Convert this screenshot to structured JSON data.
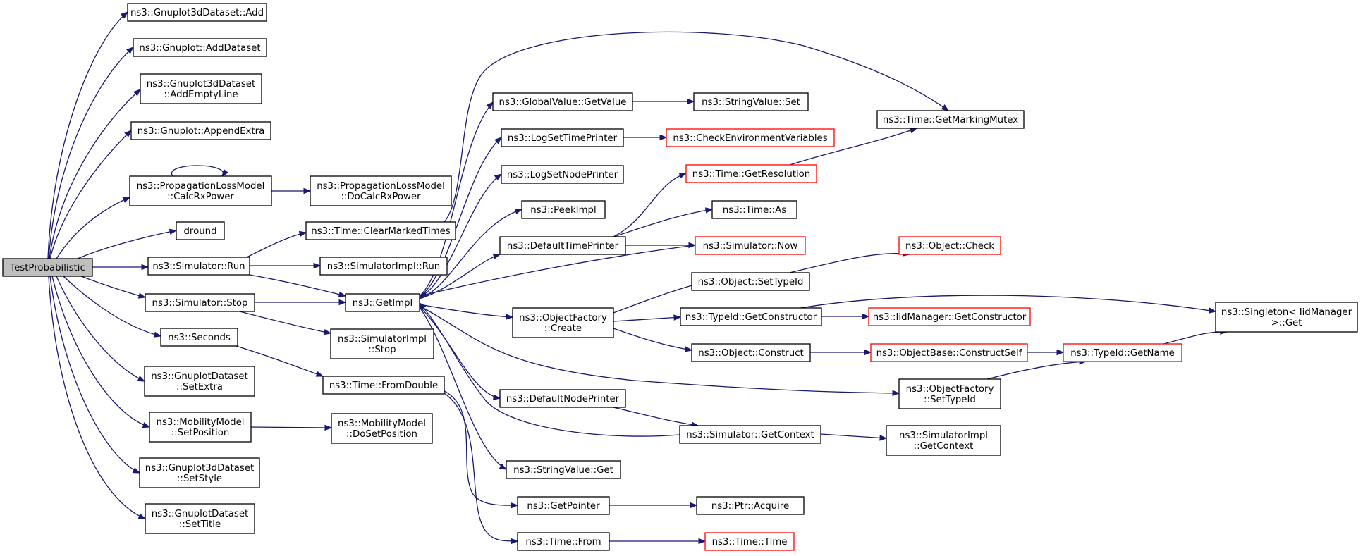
{
  "colors": {
    "edge": "#191970",
    "root_fill": "#bfbfbf",
    "truncated_border": "#ff0000",
    "node_border": "#000000"
  },
  "nodes": {
    "root": {
      "lines": [
        "TestProbabilistic"
      ]
    },
    "g3d_add": {
      "lines": [
        "ns3::Gnuplot3dDataset::Add"
      ]
    },
    "gp_adddataset": {
      "lines": [
        "ns3::Gnuplot::AddDataset"
      ]
    },
    "g3d_addempty": {
      "lines": [
        "ns3::Gnuplot3dDataset",
        "::AddEmptyLine"
      ]
    },
    "gp_appendextra": {
      "lines": [
        "ns3::Gnuplot::AppendExtra"
      ]
    },
    "plm_calc": {
      "lines": [
        "ns3::PropagationLossModel",
        "::CalcRxPower"
      ]
    },
    "plm_docalc": {
      "lines": [
        "ns3::PropagationLossModel",
        "::DoCalcRxPower"
      ]
    },
    "dround": {
      "lines": [
        "dround"
      ]
    },
    "time_clearmarked": {
      "lines": [
        "ns3::Time::ClearMarkedTimes"
      ]
    },
    "sim_run": {
      "lines": [
        "ns3::Simulator::Run"
      ]
    },
    "simimpl_run": {
      "lines": [
        "ns3::SimulatorImpl::Run"
      ]
    },
    "sim_stop": {
      "lines": [
        "ns3::Simulator::Stop"
      ]
    },
    "getimpl": {
      "lines": [
        "ns3::GetImpl"
      ]
    },
    "simimpl_stop": {
      "lines": [
        "ns3::SimulatorImpl",
        "::Stop"
      ]
    },
    "seconds": {
      "lines": [
        "ns3::Seconds"
      ]
    },
    "gd_setextra": {
      "lines": [
        "ns3::GnuplotDataset",
        "::SetExtra"
      ]
    },
    "time_fromdouble": {
      "lines": [
        "ns3::Time::FromDouble"
      ]
    },
    "mm_setpos": {
      "lines": [
        "ns3::MobilityModel",
        "::SetPosition"
      ]
    },
    "mm_dosetpos": {
      "lines": [
        "ns3::MobilityModel",
        "::DoSetPosition"
      ]
    },
    "g3d_setstyle": {
      "lines": [
        "ns3::Gnuplot3dDataset",
        "::SetStyle"
      ]
    },
    "gd_settitle": {
      "lines": [
        "ns3::GnuplotDataset",
        "::SetTitle"
      ]
    },
    "gv_getvalue": {
      "lines": [
        "ns3::GlobalValue::GetValue"
      ]
    },
    "strval_set": {
      "lines": [
        "ns3::StringValue::Set"
      ]
    },
    "time_getmarkingmutex": {
      "lines": [
        "ns3::Time::GetMarkingMutex"
      ]
    },
    "logsettimeprinter": {
      "lines": [
        "ns3::LogSetTimePrinter"
      ]
    },
    "checkenv": {
      "lines": [
        "ns3::CheckEnvironmentVariables"
      ]
    },
    "logsetnodeprinter": {
      "lines": [
        "ns3::LogSetNodePrinter"
      ]
    },
    "time_getres": {
      "lines": [
        "ns3::Time::GetResolution"
      ]
    },
    "peekimpl": {
      "lines": [
        "ns3::PeekImpl"
      ]
    },
    "time_as": {
      "lines": [
        "ns3::Time::As"
      ]
    },
    "defaulttimeprinter": {
      "lines": [
        "ns3::DefaultTimePrinter"
      ]
    },
    "sim_now": {
      "lines": [
        "ns3::Simulator::Now"
      ]
    },
    "obj_check": {
      "lines": [
        "ns3::Object::Check"
      ]
    },
    "obj_settypeid": {
      "lines": [
        "ns3::Object::SetTypeId"
      ]
    },
    "of_create": {
      "lines": [
        "ns3::ObjectFactory",
        "::Create"
      ]
    },
    "typeid_getctor": {
      "lines": [
        "ns3::TypeId::GetConstructor"
      ]
    },
    "iidmgr_getctor": {
      "lines": [
        "ns3::IidManager::GetConstructor"
      ]
    },
    "singleton_get": {
      "lines": [
        "ns3::Singleton< IidManager",
        ">::Get"
      ]
    },
    "obj_construct": {
      "lines": [
        "ns3::Object::Construct"
      ]
    },
    "objbase_constructself": {
      "lines": [
        "ns3::ObjectBase::ConstructSelf"
      ]
    },
    "typeid_getname": {
      "lines": [
        "ns3::TypeId::GetName"
      ]
    },
    "of_settypeid": {
      "lines": [
        "ns3::ObjectFactory",
        "::SetTypeId"
      ]
    },
    "defaultnodeprinter": {
      "lines": [
        "ns3::DefaultNodePrinter"
      ]
    },
    "sim_getcontext": {
      "lines": [
        "ns3::Simulator::GetContext"
      ]
    },
    "simimpl_getcontext": {
      "lines": [
        "ns3::SimulatorImpl",
        "::GetContext"
      ]
    },
    "strval_get": {
      "lines": [
        "ns3::StringValue::Get"
      ]
    },
    "getpointer": {
      "lines": [
        "ns3::GetPointer"
      ]
    },
    "ptr_acquire": {
      "lines": [
        "ns3::Ptr::Acquire"
      ]
    },
    "time_from": {
      "lines": [
        "ns3::Time::From"
      ]
    },
    "time_time": {
      "lines": [
        "ns3::Time::Time"
      ]
    }
  }
}
